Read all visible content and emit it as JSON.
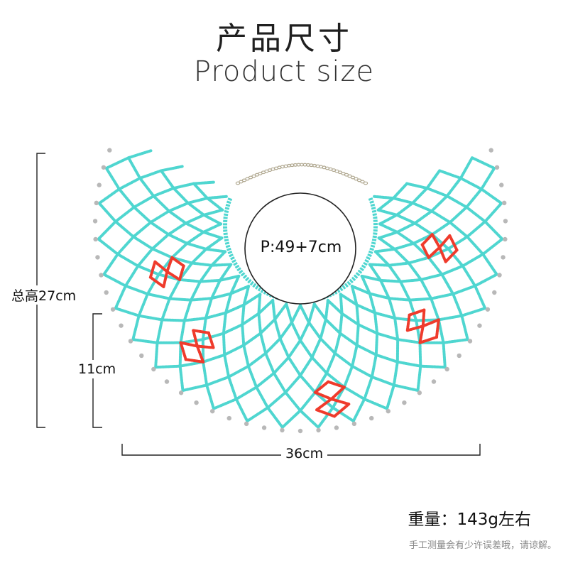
{
  "header": {
    "title_cn": "产品尺寸",
    "title_en": "Product size"
  },
  "dimensions": {
    "total_height": "总高27cm",
    "section_height": "11cm",
    "width": "36cm",
    "perimeter": "P:49+7cm"
  },
  "footer": {
    "weight": "重量：143g左右",
    "note": "手工测量会有少许误差哦，请谅解。"
  },
  "colors": {
    "bead_primary": "#4fd6d0",
    "bead_accent": "#ef3b2c",
    "bead_metal": "#b8b8b8",
    "chain": "#b0a890",
    "lines": "#222222"
  }
}
